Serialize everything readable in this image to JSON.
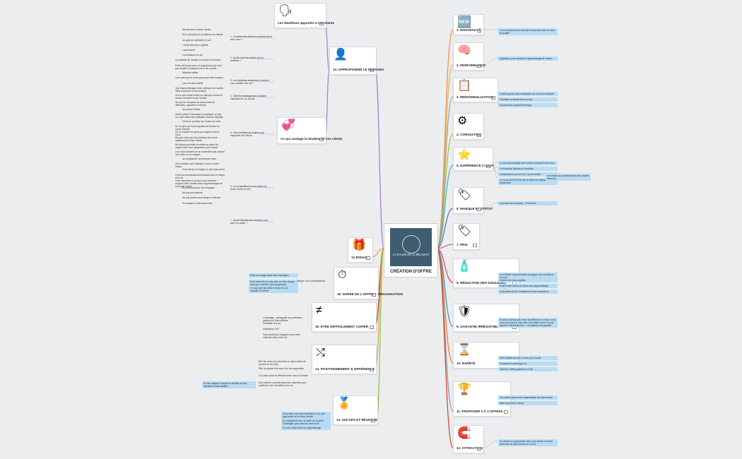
{
  "center": {
    "title": "CRÉATION D'OFFRE",
    "logo_text": "LA PLUME DE LA RÉUSSITE"
  },
  "colors": {
    "n1": "#f08a3c",
    "n2": "#e8b04a",
    "n3": "#9a9a9a",
    "n4": "#8bc34a",
    "n5": "#3ab0c8",
    "n6": "#7b5ea7",
    "n7": "#d45a8a",
    "n8": "#e0484c",
    "n9": "#2f8fd1",
    "n10": "#e07b28",
    "n11": "#8a8a8a",
    "n12": "#d23a2f",
    "n13": "#2f90d8",
    "n14": "#e8a33c",
    "n15": "#8bc34a",
    "n16": "#2e86c1",
    "n17": "#e8a33c",
    "n18": "#9f7bd1"
  },
  "right_nodes": [
    {
      "title": "1. NOUVEAUTÉ",
      "icon": "new-badge-icon",
      "glyph": "🆕",
      "notes": [
        "Cours d'andes via la méthode Nouveauté avec un suivi de qualité"
      ]
    },
    {
      "title": "2. PERFORMANCE",
      "icon": "brain-icon",
      "glyph": "🧠",
      "notes": [
        "Application pour améliorer l'apprentissage de l'andes"
      ]
    },
    {
      "title": "3. PERSONNALISATION",
      "icon": "checklist-icon",
      "glyph": "📋",
      "notes": [
        "Coaching avec personnalisation de cours en individuel",
        "Flexibilité au déclenché du cours",
        "Document de support technique"
      ]
    },
    {
      "title": "4. CONSULTING",
      "icon": "head-gears-icon",
      "glyph": "⚙",
      "notes": []
    },
    {
      "title": "5. EXPÉRIENCE CLIENT",
      "icon": "star-icon",
      "glyph": "⭐",
      "notes": [
        "Le suivi personnalisé avec tuteur à chaque fin de cours",
        "La résolution directe de l'évolution",
        "L'ambivalence au bout de 2 cours réalisé",
        "Le cours est réel si sa que la vidéo ne explique rapidement"
      ],
      "extra": "sur résider de la redevenance des cellules selon les..."
    },
    {
      "title": "6. MARQUE ET STATUT",
      "icon": "brand-icon",
      "glyph": "🏷",
      "notes": [
        "La plume de la réussite _ Prof Kanel"
      ]
    },
    {
      "title": "7. PRIX",
      "icon": "price-tag-icon",
      "glyph": "🏷",
      "notes": []
    },
    {
      "title": "8. RÉDUCTION DES DOULEURS",
      "icon": "spray-icon",
      "glyph": "🧴",
      "notes": [
        "La méthode vous permettra de gagner de la confiance en vous",
        "Éveiller des sens cognitifs",
        "Vous rendre autonome dans votre apprentissage",
        "Vous parlez de lire l'andament et avec assurance"
      ]
    },
    {
      "title": "9. GARANTIE IRRÉSISTIBLE",
      "icon": "shield-check-icon",
      "glyph": "🛡",
      "notes": [
        "Si vous n'arrivez pas à faire la méthode en 4 mois, nous vous proposons à vous offrir la formation avec un petit diplôme Individuellement - La Garantie met garantie"
      ]
    },
    {
      "title": "10. RARETÉ",
      "icon": "hourglass-icon",
      "glyph": "⌛",
      "notes": [
        "Offre valable tous les 4 mois pour la suite",
        "Formation 6 coaching à vie",
        "Tarifs fix à 99€ payables en 6 fois"
      ]
    },
    {
      "title": "11. PROPOSER 2 À 3 OFFRES",
      "icon": "podium-icon",
      "glyph": "🏆",
      "notes": [
        "1er contact gratuit avec diagnostique de votre niveau",
        "Bilan du premier contact"
      ]
    },
    {
      "title": "12. ATTRACTION",
      "icon": "magnet-icon",
      "glyph": "🧲",
      "notes": [
        "Se permet ce programme vous vous offrons un cours avec faire un bilan donné sur 6 mois"
      ]
    }
  ],
  "left_nodes": [
    {
      "title": "13. APPROFONDIR LE PERSONA",
      "icon": "person-icon",
      "glyph": "👤"
    },
    {
      "title": "Les bénéfices apportés à vos clients",
      "icon": "head-profile-icon",
      "glyph": "🗣"
    },
    {
      "title": "Ce qui soulage la douleur de vos clients",
      "icon": "hearts-people-icon",
      "glyph": "💞"
    },
    {
      "title": "12 BONUS",
      "icon": "bonus-icon",
      "glyph": "🎁"
    },
    {
      "title": "16. DURÉE DE L'OFFRE + ORGANISATION",
      "icon": "stopwatch-icon",
      "glyph": "⏱"
    },
    {
      "title": "15. ETRE DIFFICILEMENT COPIER",
      "icon": "not-equal-icon",
      "glyph": "≠"
    },
    {
      "title": "14. POSITIONNEMENT & DIFFÉRENCE",
      "icon": "split-arrows-icon",
      "glyph": "⤭"
    },
    {
      "title": "13. SUCCÈS ET RÉUSSITE",
      "icon": "trophy-person-icon",
      "glyph": "🏅"
    }
  ],
  "persona_questions": [
    "1. Comment les clients se sentent mieux avec vous ?",
    "2. Quelle sont les actions qu'ont amélioré ?",
    "3. Les bénéfices réellement comment vous facilitez leur vie ?",
    "4. Citer les conséquences sociales impactée de vos clients",
    "5. Citer les idées de douleurs qui impactent vos clients",
    "6. Les propositions à vos clients de tenter devoir la voie",
    "7. Quelle situation les nouveau vous avez du cahier ?"
  ],
  "persona_answers": [
    "Réussir lire et écrire l'andes",
    "N'il y aura plus de problèmes de dilexie",
    "Un gain de confiance en soi",
    "L'éveil des sens cognitifs",
    "L'autonomie",
    "La confiance en soi",
    "La maîtrise de l'andes en lecture et l'écriture",
    "Perte de temps avec un programme qui n'est pas adapté et adéquat à leur vie sociale",
    "Méthode utilise",
    "Les cours qui ne sont pas jusqu'à leur lorsqu'a",
    "Leur vie sera facilité",
    "Que l'apprentissage et les meilleurs de l'andes dans sa lecture et son écriture",
    "On ne peu rester inscrit ou manque comme la lecture de traiter ou de l'andes",
    "Ne pas se comparer au autres dans la déficultés, capacités et efforts",
    "Ne perdre l'étude",
    "Savoir parler Francedard et expliquer ce que l'on veut clairement utilisation comme objectifs",
    "Choix de prendre les choses en main",
    "De ne plus qu'il sont capable de réussir les cours d'andes",
    "De ne montrer les gens par rapport à leurs choix",
    "Ne pas croire que les résultats arriveront rapidement et sans efforts",
    "De beaucoup éviter et mettre en place les mayen rôle à leur disposition pour réussir",
    "Les cours d'andes ne se contentent pas comme une vidéo ou un support",
    "Un programme qui fait peur vous",
    "Une formation qui s'adapte à vous et votre temps",
    "Votre temps et budget ne sera pas perdu",
    "C'est une investissement durable dans le temps et la vie",
    "Vous répondrez à ce que vous chercher toujours dans l'andes dans l'apprentissage de la langue andes",
    "Ne pas avoir peur de s'engager",
    "Ne pas procrastiner",
    "Ne pas perdre avoir temps à réfléchir",
    "Se préparer à être autonome"
  ],
  "left_details": {
    "duree": [
      "Prise en charge rapide dès l'inscription",
      "Suivi durant les 6 mois avec un bilan chaque mois pour montrer votre progression",
      "Le suivi sont favorable à mois et 5 j la modalité de l'élève"
    ],
    "duree_side": "Intégrer vos connaissances",
    "copier": [
      "L'avantage : pédagogie du professeur, patience et bienveillance",
      "Flexibilité du prof",
      "Assistance 24/7",
      "Vous aurez tout à gagner avec cette méthode dans votre vie"
    ],
    "position": [
      "Être les cours qui s'écrivent en plein milieu de l'année en fin mois",
      "Être la vitesse et le cote d'un bon apprentite",
      "Il n'y aura plus de difficulté entre vous et l'andes",
      "Des outils et conseils seuls des matériels pour améliorer votre formation de à sa."
    ],
    "position_side": "Un seul adapter la leçon en fonction de leur capacité et disponibilités",
    "succes": [
      "Vous offrez ma leçon bénéfique à vos pour apprendre lire et écrire l'andes",
      "Un programme avec la sortie de produits l'avantages pour avancer dans ta vie",
      "Tu vas à l'aise dans ton apprentissage"
    ]
  }
}
